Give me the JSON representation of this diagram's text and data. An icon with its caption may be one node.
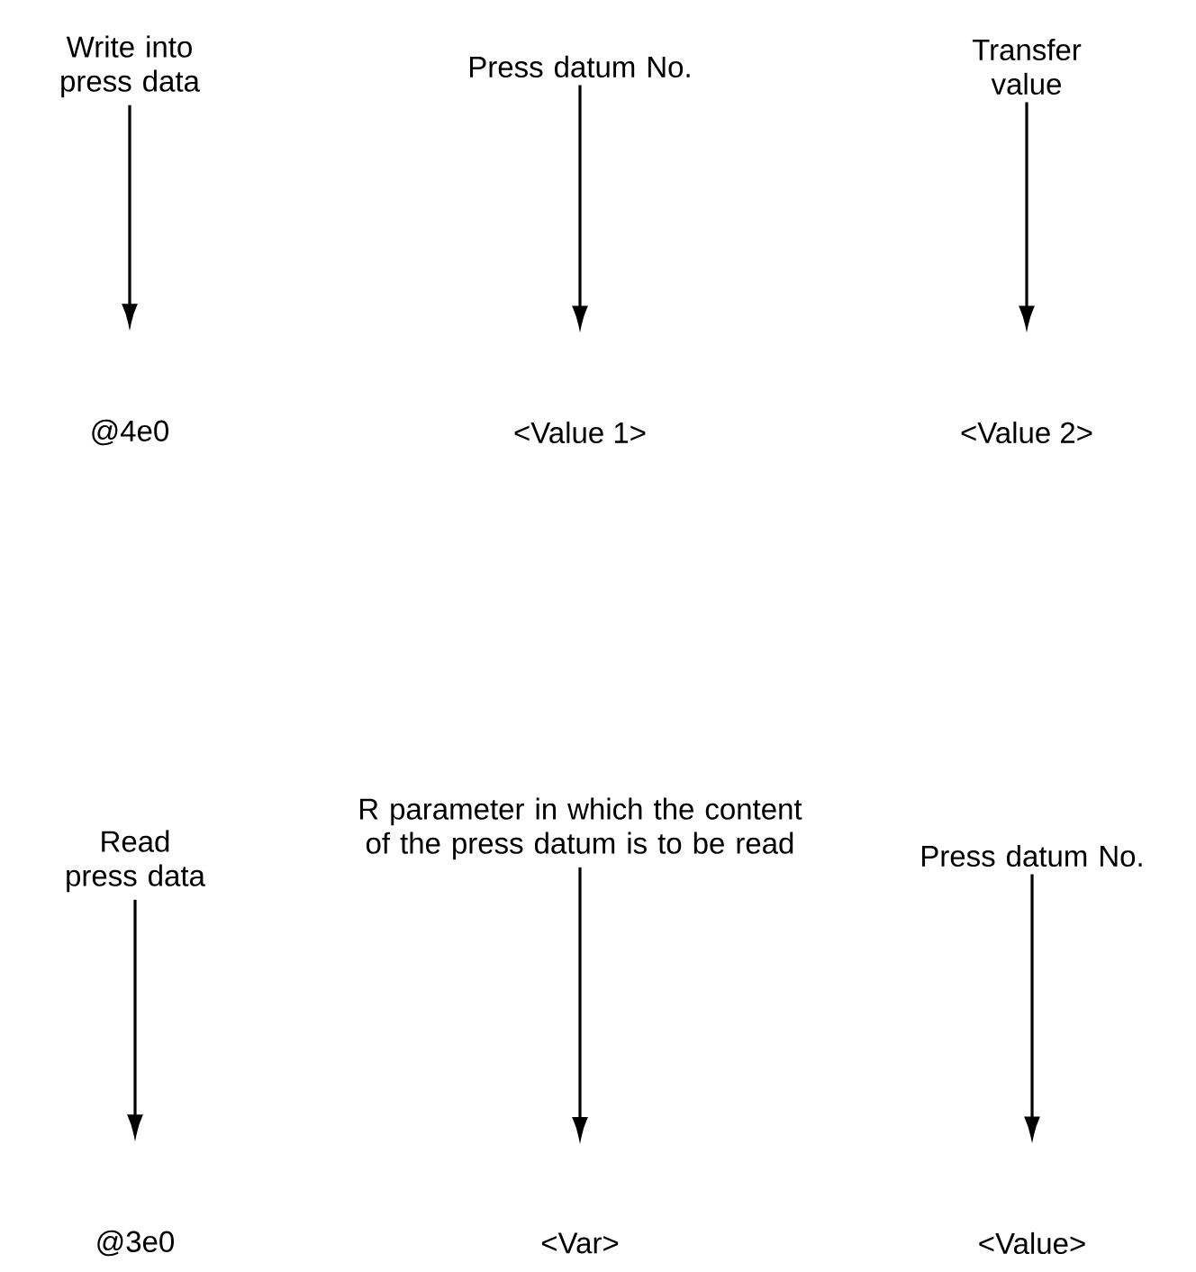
{
  "diagram": {
    "nodes": [
      {
        "text": [
          "Write into press data"
        ]
      },
      {
        "text": [
          "Press datum No."
        ]
      },
      {
        "text": [
          "Transfer value"
        ]
      },
      {
        "text": [
          "@4e0"
        ]
      },
      {
        "text": [
          "<Value 1>"
        ]
      },
      {
        "text": [
          "<Value 2>"
        ]
      },
      {
        "text": [
          "Read press data"
        ]
      },
      {
        "text": [
          "R parameter in which the content of the press datum is to be read"
        ]
      },
      {
        "text": [
          "Press datum No."
        ]
      },
      {
        "text": [
          "@3e0"
        ]
      },
      {
        "text": [
          "<Var>"
        ]
      },
      {
        "text": [
          "<Value>"
        ]
      }
    ],
    "edges": [
      {
        "from": 0,
        "to": 3,
        "arrow": "to"
      },
      {
        "from": 1,
        "to": 4,
        "arrow": "to"
      },
      {
        "from": 2,
        "to": 5,
        "arrow": "to"
      },
      {
        "from": 6,
        "to": 9,
        "arrow": "to"
      },
      {
        "from": 7,
        "to": 10,
        "arrow": "to"
      },
      {
        "from": 8,
        "to": 11,
        "arrow": "to"
      }
    ]
  }
}
